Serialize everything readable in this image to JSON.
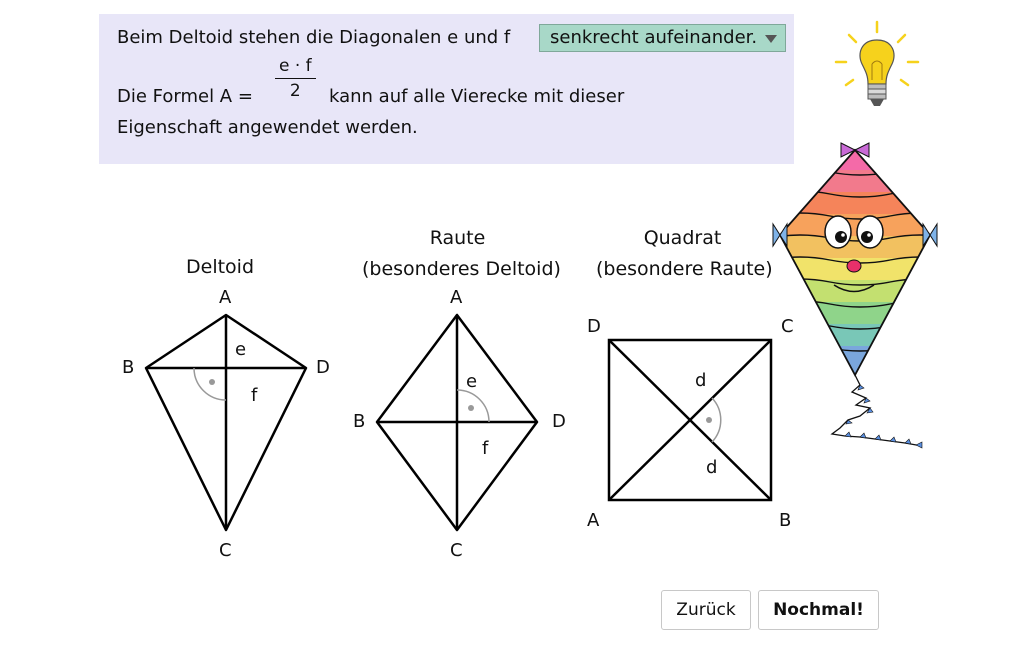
{
  "info": {
    "sentence1": "Beim Deltoid stehen die Diagonalen e und f",
    "dropdown_value": "senkrecht aufeinander.",
    "formula_prefix": "Die Formel A =",
    "formula_numerator": "e · f",
    "formula_denominator": "2",
    "formula_suffix": "kann auf alle Vierecke mit dieser",
    "sentence3": "Eigenschaft angewendet werden."
  },
  "deltoid": {
    "title": "Deltoid",
    "vertices": {
      "A": "A",
      "B": "B",
      "C": "C",
      "D": "D"
    },
    "diagonal_e": "e",
    "diagonal_f": "f"
  },
  "raute": {
    "title_line1": "Raute",
    "title_line2": "(besonderes Deltoid)",
    "vertices": {
      "A": "A",
      "B": "B",
      "C": "C",
      "D": "D"
    },
    "diagonal_e": "e",
    "diagonal_f": "f"
  },
  "quadrat": {
    "title_line1": "Quadrat",
    "title_line2": "(besondere Raute)",
    "vertices": {
      "A": "A",
      "B": "B",
      "C": "C",
      "D": "D"
    },
    "diagonal_top": "d",
    "diagonal_bottom": "d"
  },
  "buttons": {
    "back": "Zurück",
    "again": "Nochmal!"
  },
  "colors": {
    "panel_background": "#e8e6f8",
    "dropdown_background": "#a8d8c8",
    "right_angle_marker": "#999999",
    "bulb_yellow": "#f6d21c"
  }
}
